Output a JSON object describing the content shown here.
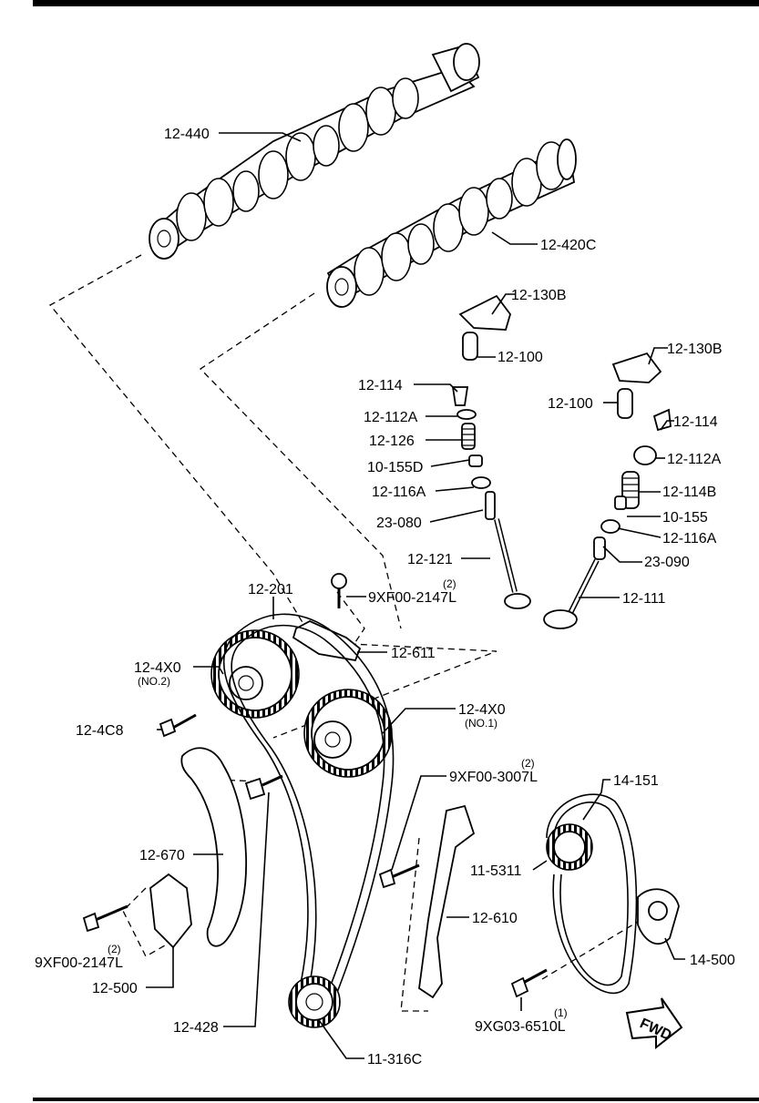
{
  "callouts": [
    {
      "id": "camshaft-exhaust",
      "label": "12-440"
    },
    {
      "id": "camshaft-intake",
      "label": "12-420C"
    },
    {
      "id": "rocker-arm-left",
      "label": "12-130B"
    },
    {
      "id": "lash-adjuster-left",
      "label": "12-100"
    },
    {
      "id": "rocker-arm-right",
      "label": "12-130B"
    },
    {
      "id": "lash-adjuster-right",
      "label": "12-100"
    },
    {
      "id": "valve-keeper-left",
      "label": "12-114"
    },
    {
      "id": "spring-seat-upper-left",
      "label": "12-112A"
    },
    {
      "id": "valve-spring-left",
      "label": "12-126"
    },
    {
      "id": "valve-seal-left",
      "label": "10-155D"
    },
    {
      "id": "spring-seat-lower-left",
      "label": "12-116A"
    },
    {
      "id": "valve-guide-left",
      "label": "23-080"
    },
    {
      "id": "valve-left",
      "label": "12-121"
    },
    {
      "id": "valve-keeper-right",
      "label": "12-114"
    },
    {
      "id": "spring-seat-upper-right",
      "label": "12-112A"
    },
    {
      "id": "valve-spring-right",
      "label": "12-114B"
    },
    {
      "id": "valve-seal-right",
      "label": "10-155"
    },
    {
      "id": "spring-seat-lower-right",
      "label": "12-116A"
    },
    {
      "id": "valve-guide-right",
      "label": "23-090"
    },
    {
      "id": "valve-right",
      "label": "12-111"
    },
    {
      "id": "timing-chain",
      "label": "12-201"
    },
    {
      "id": "bolt-top",
      "label": "9XF00-2147L",
      "qty": "(2)"
    },
    {
      "id": "chain-guide-top",
      "label": "12-611"
    },
    {
      "id": "vvt-sprocket-no2",
      "label": "12-4X0",
      "note": "(NO.2)"
    },
    {
      "id": "vvt-sprocket-no1",
      "label": "12-4X0",
      "note": "(NO.1)"
    },
    {
      "id": "sprocket-bolt",
      "label": "12-4C8"
    },
    {
      "id": "bolt-guide",
      "label": "9XF00-3007L",
      "qty": "(2)"
    },
    {
      "id": "oil-pump-chain",
      "label": "14-151"
    },
    {
      "id": "tensioner-arm",
      "label": "12-670"
    },
    {
      "id": "oil-pump-sprocket",
      "label": "11-5311"
    },
    {
      "id": "chain-guide-right",
      "label": "12-610"
    },
    {
      "id": "bolt-tensioner",
      "label": "9XF00-2147L",
      "qty": "(2)"
    },
    {
      "id": "chain-tensioner",
      "label": "12-500"
    },
    {
      "id": "oil-pump-tensioner",
      "label": "14-500"
    },
    {
      "id": "pivot-bolt",
      "label": "12-428"
    },
    {
      "id": "bolt-pump",
      "label": "9XG03-6510L",
      "qty": "(1)"
    },
    {
      "id": "crank-sprocket",
      "label": "11-316C"
    }
  ],
  "direction_marker": "FWD"
}
